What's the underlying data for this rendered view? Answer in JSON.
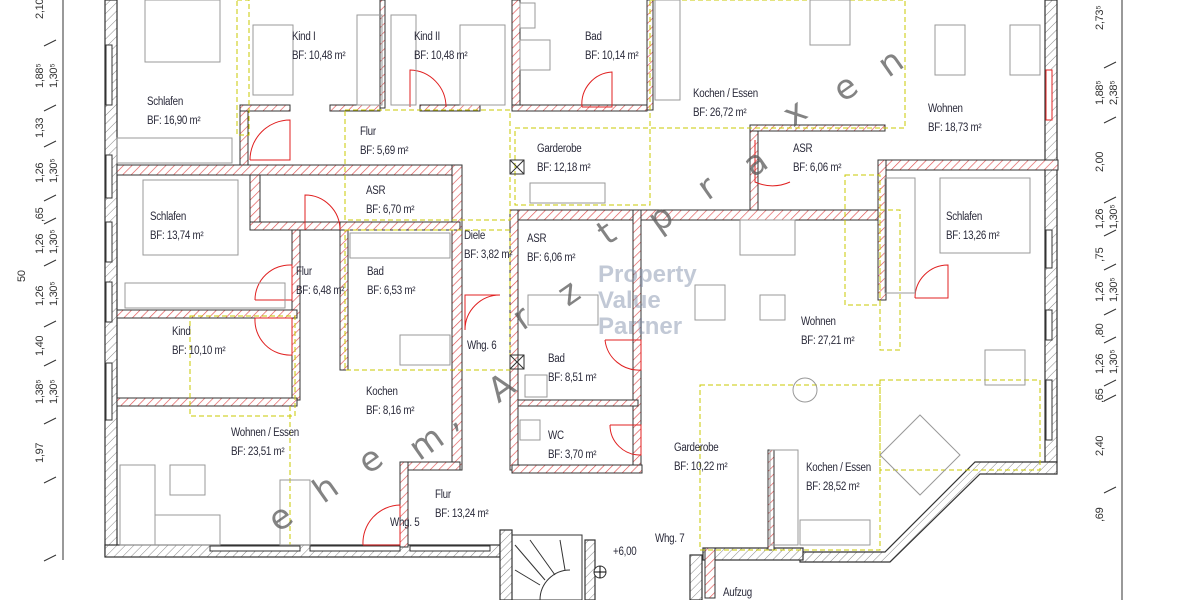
{
  "rooms": [
    {
      "name": "Schlafen",
      "area": "BF: 16,90 m²"
    },
    {
      "name": "Kind I",
      "area": "BF: 10,48 m²"
    },
    {
      "name": "Kind II",
      "area": "BF: 10,48 m²"
    },
    {
      "name": "Bad",
      "area": "BF: 10,14 m²"
    },
    {
      "name": "Kochen / Essen",
      "area": "BF:    26,72 m²"
    },
    {
      "name": "Wohnen",
      "area": "BF: 18,73 m²"
    },
    {
      "name": "Flur",
      "area": "BF: 5,69 m²"
    },
    {
      "name": "Garderobe",
      "area": "BF: 12,18 m²"
    },
    {
      "name": "ASR",
      "area": "BF: 6,06 m²"
    },
    {
      "name": "ASR",
      "area": "BF: 6,70 m²"
    },
    {
      "name": "Schlafen",
      "area": "BF: 13,74 m²"
    },
    {
      "name": "Schlafen",
      "area": "BF: 13,26 m²"
    },
    {
      "name": "Diele",
      "area": "BF: 3,82 m²"
    },
    {
      "name": "ASR",
      "area": "BF: 6,06 m²"
    },
    {
      "name": "Flur",
      "area": "BF: 6,48 m²"
    },
    {
      "name": "Bad",
      "area": "BF: 6,53 m²"
    },
    {
      "name": "Wohnen",
      "area": "BF: 27,21 m²"
    },
    {
      "name": "Kind",
      "area": "BF: 10,10 m²"
    },
    {
      "name": "Bad",
      "area": "BF: 8,51 m²"
    },
    {
      "name": "Kochen",
      "area": "BF: 8,16 m²"
    },
    {
      "name": "Wohnen / Essen",
      "area": "BF:      23,51 m²"
    },
    {
      "name": "WC",
      "area": "BF: 3,70 m²"
    },
    {
      "name": "Garderobe",
      "area": "BF: 10,22 m²"
    },
    {
      "name": "Kochen / Essen",
      "area": "BF:    28,52 m²"
    },
    {
      "name": "Flur",
      "area": "BF: 13,24 m²"
    }
  ],
  "units": [
    "Whg. 5",
    "Whg. 6",
    "Whg. 7"
  ],
  "level": "+6,00",
  "elevator": "Aufzug",
  "dimensions_left": {
    "total": "50",
    "segments": [
      [
        "2,10"
      ],
      [
        "1,88⁵",
        "1,30⁵"
      ],
      [
        "1,33"
      ],
      [
        "1,26",
        "1,30⁵"
      ],
      [
        ",65"
      ],
      [
        "1,26",
        "1,30⁵"
      ],
      [
        "1,26",
        "1,30⁵"
      ],
      [
        "1,40"
      ],
      [
        "1,38⁵",
        "1,30⁵"
      ],
      [
        "1,97"
      ]
    ]
  },
  "dimensions_right": {
    "segments": [
      [
        "2,73⁵"
      ],
      [
        "1,88⁵",
        "2,38⁵"
      ],
      [
        "2,00"
      ],
      [
        "1,26",
        "1,30⁵"
      ],
      [
        ",75"
      ],
      [
        "1,26",
        "1,30⁵"
      ],
      [
        ",80"
      ],
      [
        "1,26",
        "1,30⁵"
      ],
      [
        ",65"
      ],
      [
        "2,40"
      ],
      [
        ",69"
      ]
    ]
  },
  "watermark": {
    "logo": [
      "Property",
      "Value",
      "Partner"
    ],
    "diagonal": [
      "e",
      "h",
      "e",
      "m",
      ",",
      "A",
      "r",
      "z",
      "t",
      "p",
      "r",
      "a",
      "x",
      "e",
      "n"
    ]
  },
  "colors": {
    "wall_hatch": "#e05050",
    "outer_wall": "#555555",
    "zone_dash": "#c8c800",
    "door": "#e02020"
  }
}
